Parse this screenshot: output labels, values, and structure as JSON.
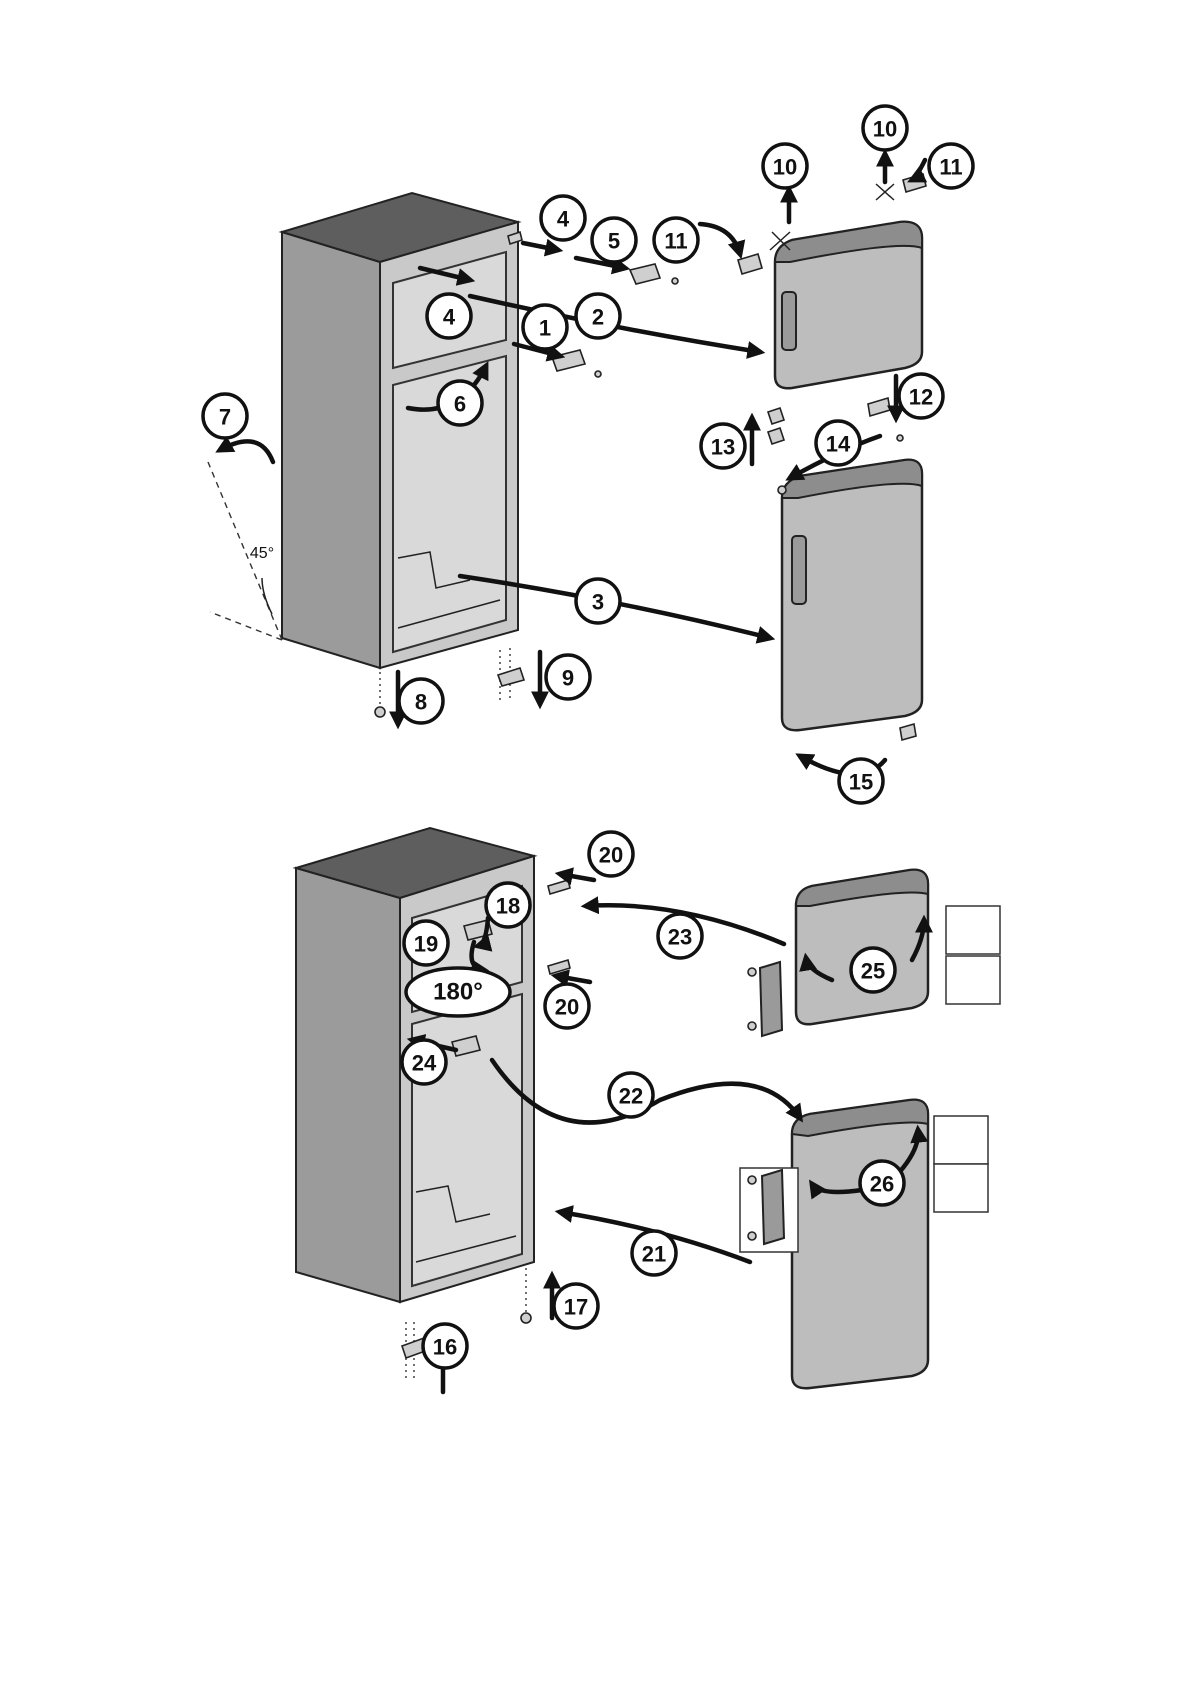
{
  "diagram": {
    "angle_label": "45°",
    "rotation_label": "180°",
    "steps": [
      "1",
      "2",
      "3",
      "4",
      "4",
      "5",
      "6",
      "7",
      "8",
      "9",
      "10",
      "10",
      "11",
      "11",
      "12",
      "13",
      "14",
      "15",
      "16",
      "17",
      "18",
      "19",
      "20",
      "20",
      "21",
      "22",
      "23",
      "24",
      "25",
      "26"
    ]
  }
}
